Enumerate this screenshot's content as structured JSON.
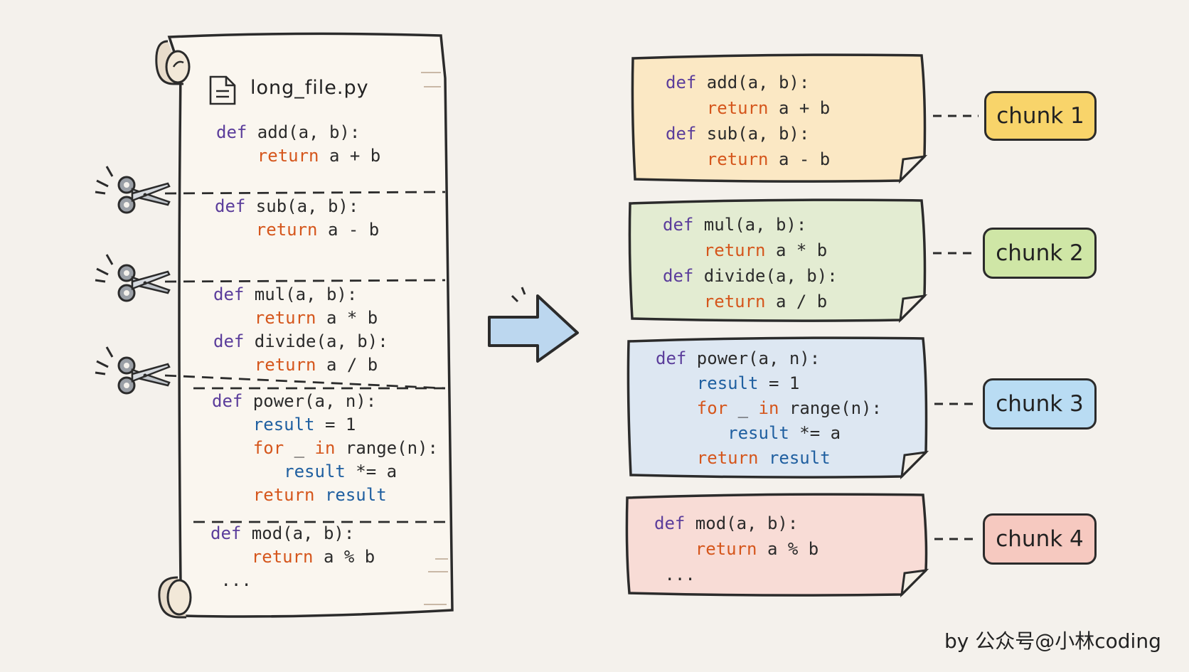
{
  "file": {
    "name": "long_file.py"
  },
  "scroll_code": [
    [
      [
        [
          "def",
          "def"
        ],
        [
          " add(a, b):",
          "plain"
        ]
      ],
      [
        [
          "    return",
          "ret"
        ],
        [
          " a + b",
          "plain"
        ]
      ]
    ],
    [
      [
        [
          "def",
          "def"
        ],
        [
          " sub(a, b):",
          "plain"
        ]
      ],
      [
        [
          "    return",
          "ret"
        ],
        [
          " a - b",
          "plain"
        ]
      ]
    ],
    [
      [
        [
          "def",
          "def"
        ],
        [
          " mul(a, b):",
          "plain"
        ]
      ],
      [
        [
          "    return",
          "ret"
        ],
        [
          " a * b",
          "plain"
        ]
      ],
      [
        [
          "def",
          "def"
        ],
        [
          " divide(a, b):",
          "plain"
        ]
      ],
      [
        [
          "    return",
          "ret"
        ],
        [
          " a / b",
          "plain"
        ]
      ]
    ],
    [
      [
        [
          "def",
          "def"
        ],
        [
          " power(a, n):",
          "plain"
        ]
      ],
      [
        [
          "    result",
          "var"
        ],
        [
          " = 1",
          "plain"
        ]
      ],
      [
        [
          "    for",
          "ret"
        ],
        [
          " _ ",
          "plain"
        ],
        [
          "in",
          "ret"
        ],
        [
          " range(n):",
          "plain"
        ]
      ],
      [
        [
          "       result",
          "var"
        ],
        [
          " *= a",
          "plain"
        ]
      ],
      [
        [
          "    return",
          "ret"
        ],
        [
          " ",
          "plain"
        ],
        [
          "result",
          "var"
        ]
      ]
    ],
    [
      [
        [
          "def",
          "def"
        ],
        [
          " mod(a, b):",
          "plain"
        ]
      ],
      [
        [
          "    return",
          "ret"
        ],
        [
          " a % b",
          "plain"
        ]
      ],
      [
        [
          " ...",
          "plain"
        ]
      ]
    ]
  ],
  "chunks": [
    {
      "label": "chunk 1",
      "fill": "#fbe8c4",
      "tag": "#f8d46a",
      "lines": [
        [
          [
            "def",
            "def"
          ],
          [
            " add(a, b):",
            "plain"
          ]
        ],
        [
          [
            "    return",
            "ret"
          ],
          [
            " a + b",
            "plain"
          ]
        ],
        [
          [
            "def",
            "def"
          ],
          [
            " sub(a, b):",
            "plain"
          ]
        ],
        [
          [
            "    return",
            "ret"
          ],
          [
            " a - b",
            "plain"
          ]
        ]
      ]
    },
    {
      "label": "chunk 2",
      "fill": "#e3ecd2",
      "tag": "#cfe6a6",
      "lines": [
        [
          [
            "def",
            "def"
          ],
          [
            " mul(a, b):",
            "plain"
          ]
        ],
        [
          [
            "    return",
            "ret"
          ],
          [
            " a * b",
            "plain"
          ]
        ],
        [
          [
            "def",
            "def"
          ],
          [
            " divide(a, b):",
            "plain"
          ]
        ],
        [
          [
            "    return",
            "ret"
          ],
          [
            " a / b",
            "plain"
          ]
        ]
      ]
    },
    {
      "label": "chunk 3",
      "fill": "#dde7f2",
      "tag": "#b9dcf3",
      "lines": [
        [
          [
            "def",
            "def"
          ],
          [
            " power(a, n):",
            "plain"
          ]
        ],
        [
          [
            "    result",
            "var"
          ],
          [
            " = 1",
            "plain"
          ]
        ],
        [
          [
            "    for",
            "ret"
          ],
          [
            " _ ",
            "plain"
          ],
          [
            "in",
            "ret"
          ],
          [
            " range(n):",
            "plain"
          ]
        ],
        [
          [
            "       result",
            "var"
          ],
          [
            " *= a",
            "plain"
          ]
        ],
        [
          [
            "    return",
            "ret"
          ],
          [
            " ",
            "plain"
          ],
          [
            "result",
            "var"
          ]
        ]
      ]
    },
    {
      "label": "chunk 4",
      "fill": "#f8dcd6",
      "tag": "#f6c9c0",
      "lines": [
        [
          [
            "def",
            "def"
          ],
          [
            " mod(a, b):",
            "plain"
          ]
        ],
        [
          [
            "    return",
            "ret"
          ],
          [
            " a % b",
            "plain"
          ]
        ],
        [
          [
            " ...",
            "plain"
          ]
        ]
      ]
    }
  ],
  "credit": "by 公众号@小林coding",
  "icons": [
    "scroll",
    "document-icon",
    "scissors-icon",
    "right-arrow-icon"
  ]
}
